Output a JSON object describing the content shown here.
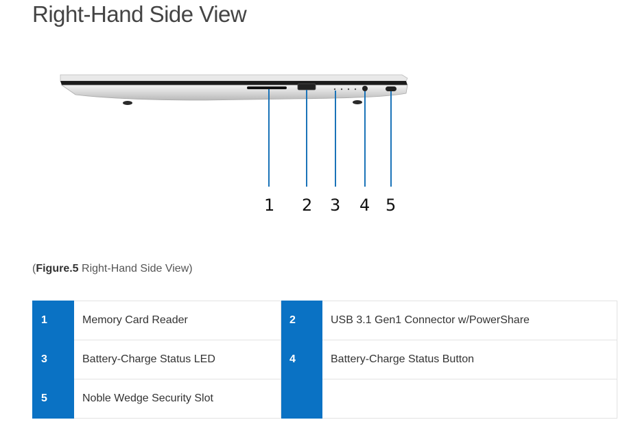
{
  "title": "Right-Hand Side View",
  "caption": {
    "open_paren": "(",
    "figure_label": "Figure.5",
    "text": " Right-Hand Side View)"
  },
  "callouts": [
    "1",
    "2",
    "3",
    "4",
    "5"
  ],
  "legend_rows": [
    [
      {
        "num": "1",
        "label": "Memory Card Reader"
      },
      {
        "num": "2",
        "label": "USB 3.1 Gen1 Connector w/PowerShare"
      }
    ],
    [
      {
        "num": "3",
        "label": "Battery-Charge Status LED"
      },
      {
        "num": "4",
        "label": "Battery-Charge Status Button"
      }
    ],
    [
      {
        "num": "5",
        "label": "Noble Wedge Security Slot"
      },
      {
        "num": "",
        "label": ""
      }
    ]
  ],
  "colors": {
    "accent": "#0a72c4",
    "callout_line": "#1a73b8"
  }
}
